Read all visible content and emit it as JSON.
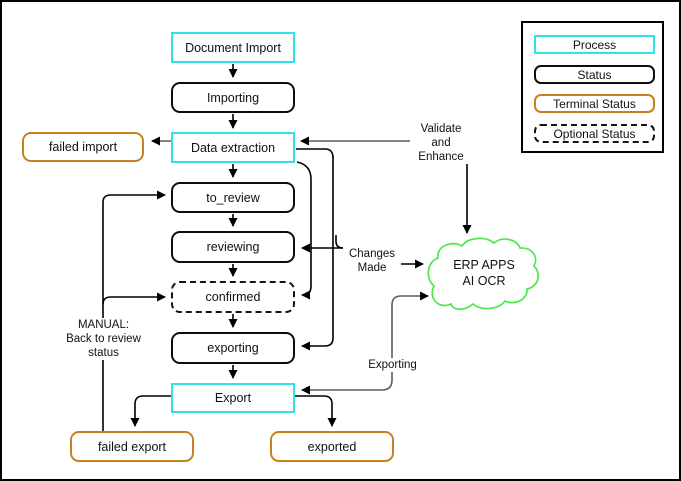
{
  "nodes": {
    "document_import": {
      "label": "Document Import",
      "type": "process"
    },
    "importing": {
      "label": "Importing",
      "type": "status"
    },
    "failed_import": {
      "label": "failed import",
      "type": "terminal"
    },
    "data_extraction": {
      "label": "Data extraction",
      "type": "process"
    },
    "to_review": {
      "label": "to_review",
      "type": "status"
    },
    "reviewing": {
      "label": "reviewing",
      "type": "status"
    },
    "confirmed": {
      "label": "confirmed",
      "type": "optional"
    },
    "exporting": {
      "label": "exporting",
      "type": "status"
    },
    "export": {
      "label": "Export",
      "type": "process"
    },
    "failed_export": {
      "label": "failed export",
      "type": "terminal"
    },
    "exported": {
      "label": "exported",
      "type": "terminal"
    }
  },
  "cloud": {
    "line1": "ERP APPS",
    "line2": "AI OCR"
  },
  "edge_labels": {
    "validate": [
      "Validate",
      "and",
      "Enhance"
    ],
    "changes": [
      "Changes",
      "Made"
    ],
    "exporting": "Exporting",
    "manual": [
      "MANUAL:",
      "Back to review",
      "status"
    ]
  },
  "legend": {
    "items": [
      {
        "label": "Process",
        "type": "process"
      },
      {
        "label": "Status",
        "type": "status"
      },
      {
        "label": "Terminal Status",
        "type": "terminal"
      },
      {
        "label": "Optional Status",
        "type": "optional"
      }
    ]
  },
  "colors": {
    "process_border": "#2fe2e6",
    "status_border": "#0d0d0d",
    "terminal_border": "#c6801e",
    "optional_border": "#141414",
    "cloud_border": "#4de84d",
    "edge_black": "#000000",
    "edge_gray": "#5c5c5c"
  }
}
